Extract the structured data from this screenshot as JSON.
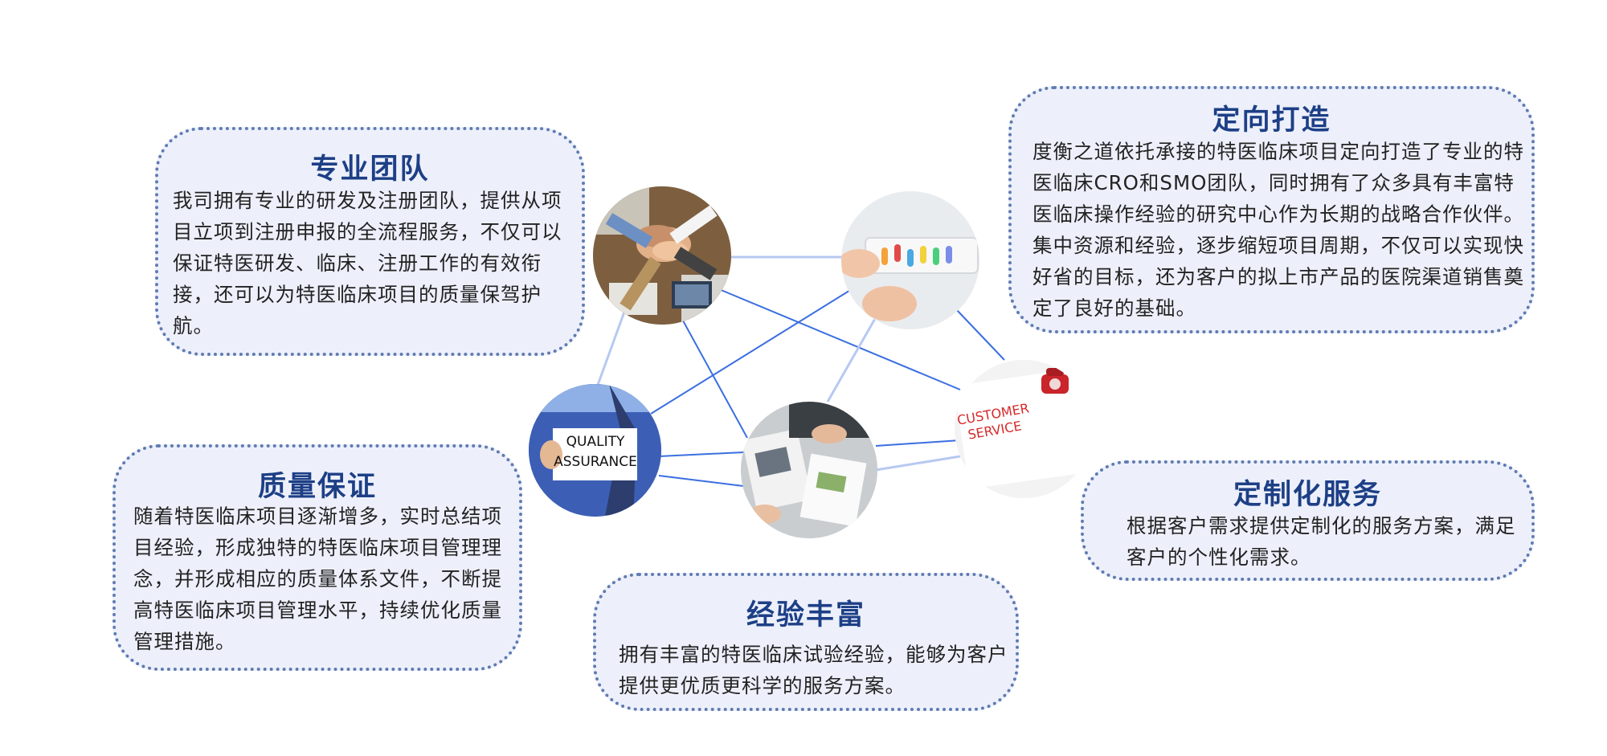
{
  "cards": {
    "team": {
      "title": "专业团队",
      "body": "我司拥有专业的研发及注册团队，提供从项目立项到注册申报的全流程服务，不仅可以保证特医研发、临床、注册工作的有效衔接，还可以为特医临床项目的质量保驾护航。"
    },
    "directed": {
      "title": "定向打造",
      "body": "度衡之道依托承接的特医临床项目定向打造了专业的特医临床CRO和SMO团队，同时拥有了众多具有丰富特医临床操作经验的研究中心作为长期的战略合作伙伴。集中资源和经验，逐步缩短项目周期，不仅可以实现快好省的目标，还为客户的拟上市产品的医院渠道销售奠定了良好的基础。"
    },
    "quality": {
      "title": "质量保证",
      "body": "随着特医临床项目逐渐增多，实时总结项目经验，形成独特的特医临床项目管理理念，并形成相应的质量体系文件，不断提高特医临床项目管理水平，持续优化质量管理措施。"
    },
    "custom": {
      "title": "定制化服务",
      "body": "根据客户需求提供定制化的服务方案，满足客户的个性化需求。"
    },
    "experience": {
      "title": "经验丰富",
      "body": "拥有丰富的特医临床试验经验，能够为客户提供更优质更科学的服务方案。"
    }
  },
  "photos": {
    "quality_sign_line1": "QUALITY",
    "quality_sign_line2": "ASSURANCE",
    "service_sign_line1": "CUSTOMER",
    "service_sign_line2": "SERVICE"
  },
  "colors": {
    "card_bg": "#edf0fb",
    "card_border": "#5f7bb0",
    "title": "#1d3f86",
    "line_strong": "#3a6fe0",
    "line_light": "#b7c9f2"
  }
}
